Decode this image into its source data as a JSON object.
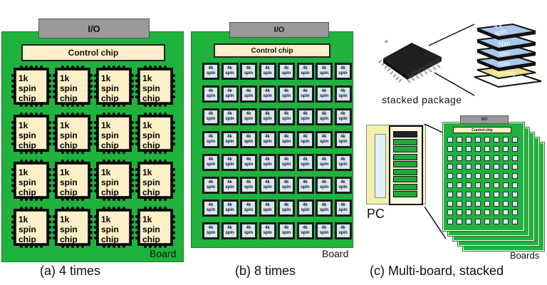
{
  "panel_a": {
    "io_label": "I/O",
    "control_label": "Control chip",
    "chip_line1": "1k spin",
    "chip_line2": "chip",
    "board_label": "Board",
    "caption": "(a) 4 times",
    "rows": 4,
    "cols": 4
  },
  "panel_b": {
    "io_label": "I/O",
    "control_label": "Control chip",
    "chip_line1": "4k",
    "chip_line2": "spin",
    "board_label": "Board",
    "caption": "(b) 8 times",
    "rows": 8,
    "cols": 8
  },
  "panel_c": {
    "stack_label": "stacked package",
    "layer_1_label": "4 k",
    "layer_1_label_2": "spin",
    "layer_2_label": "spin",
    "layer_3_label": "spin",
    "layer_4_label": "spin",
    "ctrl_layer_label": "Ctrl chip",
    "io_label": "I/O",
    "control_label": "Control chip",
    "pc_label": "PC",
    "boards_label": "Boards",
    "caption": "(c) Multi-board, stacked"
  },
  "colors": {
    "board_green": "#1fb23d",
    "chip_cream": "#fdf0c8",
    "chip_blue": "#d9e7f2",
    "io_gray": "#9a9a9a",
    "slot_green": "#22a83a",
    "pc_yellow": "#f1f3a8"
  }
}
